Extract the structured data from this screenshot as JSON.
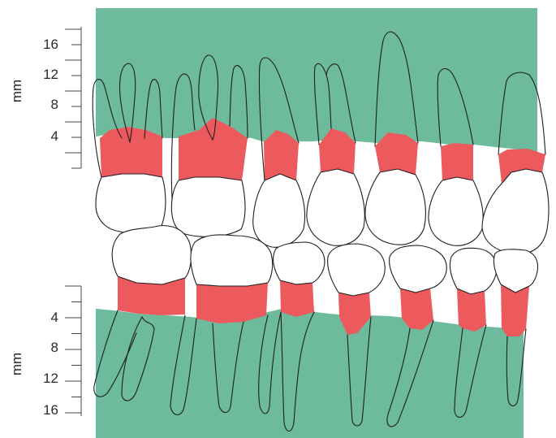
{
  "colors": {
    "gingiva": "#6dbb9c",
    "exposed_root": "#ec5a5d",
    "crown": "#ffffff",
    "outline": "#1e1e1e",
    "scale_text": "#2a2a2a"
  },
  "upper_scale": {
    "unit": "mm",
    "labels": [
      "16",
      "12",
      "8",
      "4"
    ]
  },
  "lower_scale": {
    "unit": "mm",
    "labels": [
      "4",
      "8",
      "12",
      "16"
    ]
  }
}
